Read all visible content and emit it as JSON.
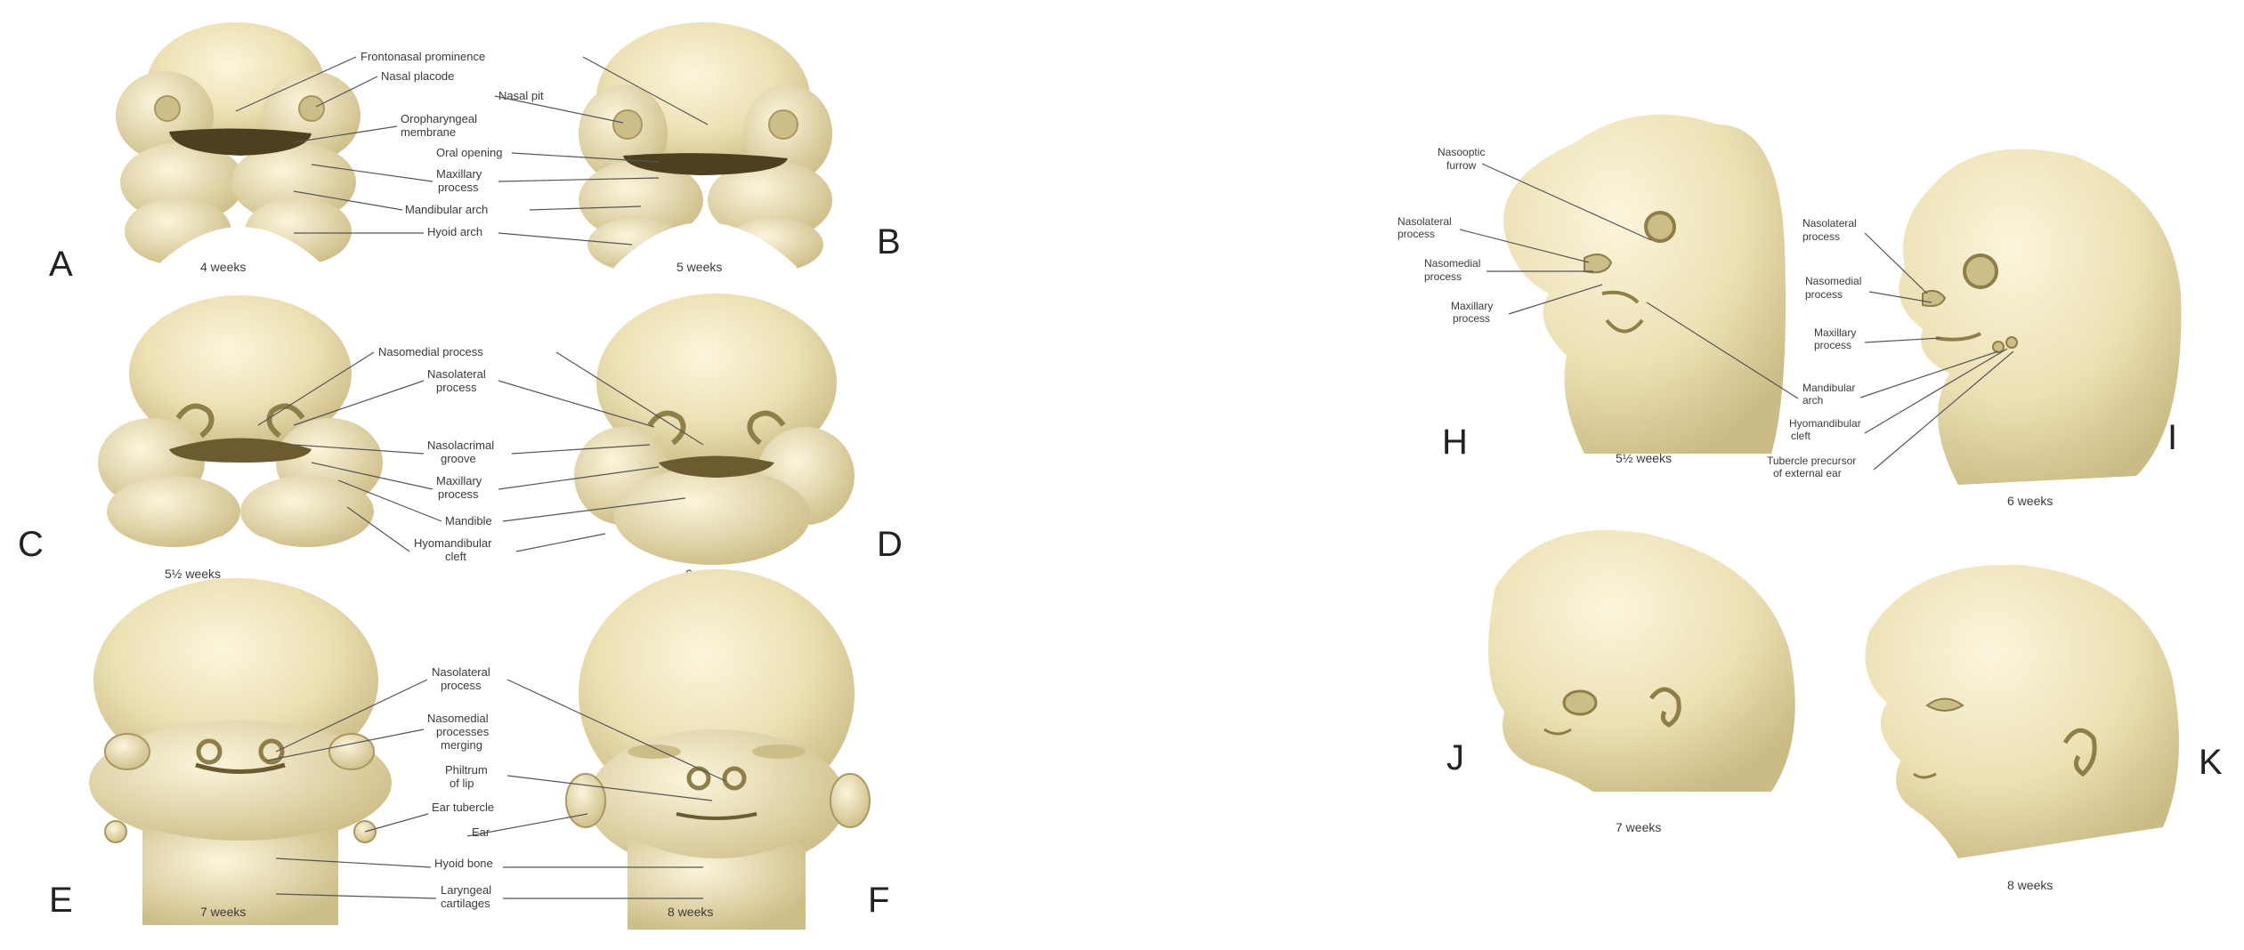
{
  "colors": {
    "skin": "#ece0b3",
    "skin_light": "#f7efce",
    "skin_shadow": "#b9aa71",
    "mouth": "#4d4021"
  },
  "panels": {
    "A": {
      "letter": "A",
      "age": "4 weeks"
    },
    "B": {
      "letter": "B",
      "age": "5 weeks"
    },
    "C": {
      "letter": "C",
      "age": "5½ weeks"
    },
    "D": {
      "letter": "D",
      "age": "6 weeks"
    },
    "E": {
      "letter": "E",
      "age": "7 weeks"
    },
    "F": {
      "letter": "F",
      "age": "8 weeks"
    },
    "H": {
      "letter": "H",
      "age": "5½ weeks"
    },
    "I": {
      "letter": "I",
      "age": "6 weeks"
    },
    "J": {
      "letter": "J",
      "age": "7 weeks"
    },
    "K": {
      "letter": "K",
      "age": "8 weeks"
    }
  },
  "labels_ab": {
    "frontonasal": "Frontonasal prominence",
    "nasal_placode": "Nasal placode",
    "nasal_pit": "Nasal pit",
    "oropharyngeal_1": "Oropharyngeal",
    "oropharyngeal_2": "membrane",
    "oral_opening": "Oral opening",
    "maxillary_1": "Maxillary",
    "maxillary_2": "process",
    "mandibular": "Mandibular arch",
    "hyoid": "Hyoid arch"
  },
  "labels_cd": {
    "nasomedial": "Nasomedial process",
    "nasolateral_1": "Nasolateral",
    "nasolateral_2": "process",
    "nasolacrimal_1": "Nasolacrimal",
    "nasolacrimal_2": "groove",
    "maxillary_1": "Maxillary",
    "maxillary_2": "process",
    "mandible": "Mandible",
    "hyomandibular_1": "Hyomandibular",
    "hyomandibular_2": "cleft"
  },
  "labels_ef": {
    "nasolateral_1": "Nasolateral",
    "nasolateral_2": "process",
    "nasomedial_1": "Nasomedial",
    "nasomedial_2": "processes",
    "nasomedial_3": "merging",
    "philtrum_1": "Philtrum",
    "philtrum_2": "of lip",
    "ear_tubercle": "Ear tubercle",
    "ear": "Ear",
    "hyoid_bone": "Hyoid bone",
    "laryngeal_1": "Laryngeal",
    "laryngeal_2": "cartilages"
  },
  "labels_hi": {
    "nasooptic_1": "Nasooptic",
    "nasooptic_2": "furrow",
    "h_nasolateral_1": "Nasolateral",
    "h_nasolateral_2": "process",
    "h_nasomedial_1": "Nasomedial",
    "h_nasomedial_2": "process",
    "h_maxillary_1": "Maxillary",
    "h_maxillary_2": "process",
    "i_nasolateral_1": "Nasolateral",
    "i_nasolateral_2": "process",
    "i_nasomedial_1": "Nasomedial",
    "i_nasomedial_2": "process",
    "i_maxillary_1": "Maxillary",
    "i_maxillary_2": "process",
    "mandibular_1": "Mandibular",
    "mandibular_2": "arch",
    "hyomandibular_1": "Hyomandibular",
    "hyomandibular_2": "cleft",
    "tubercle_1": "Tubercle precursor",
    "tubercle_2": "of external ear"
  }
}
